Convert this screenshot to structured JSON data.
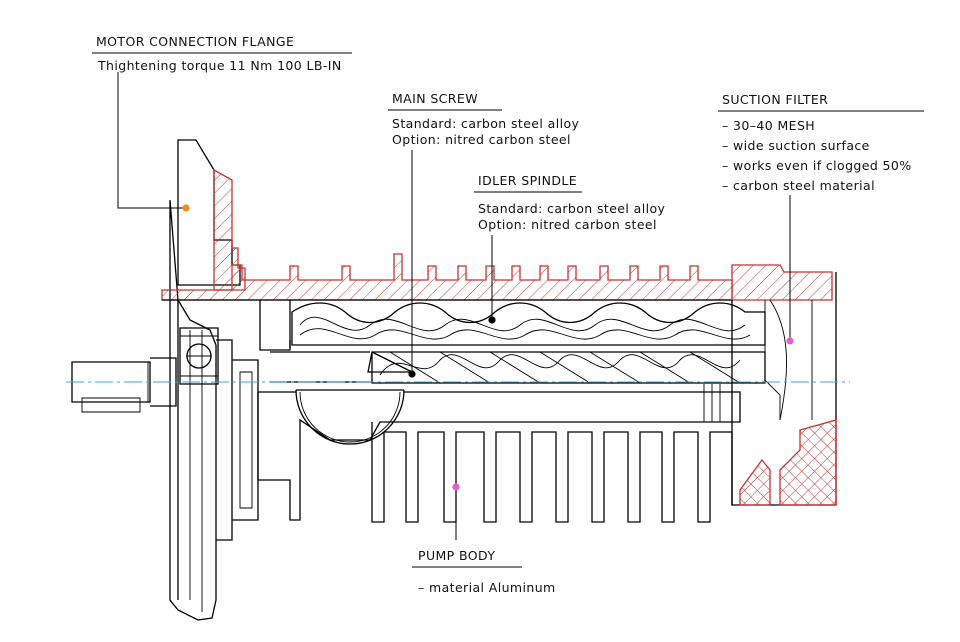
{
  "labels": {
    "motor_flange": {
      "title": "MOTOR CONNECTION FLANGE",
      "lines": [
        "Thightening torque 11 Nm 100 LB-IN"
      ]
    },
    "main_screw": {
      "title": "MAIN SCREW",
      "lines": [
        "Standard: carbon steel alloy",
        "Option: nitred carbon steel"
      ]
    },
    "idler_spindle": {
      "title": "IDLER SPINDLE",
      "lines": [
        "Standard: carbon steel alloy",
        "Option: nitred carbon steel"
      ]
    },
    "suction_filter": {
      "title": "SUCTION FILTER",
      "lines": [
        "– 30–40 MESH",
        "– wide suction surface",
        "– works even if clogged 50%",
        "– carbon steel material"
      ]
    },
    "pump_body": {
      "title": "PUMP BODY",
      "lines": [
        "– material Aluminum"
      ]
    }
  },
  "colors": {
    "hatch": "#c8322f",
    "axis": "#3aa7d8",
    "marker_orange": "#f08a1c",
    "marker_pink": "#e65cd0",
    "green_arc": "#4bbf4b"
  }
}
